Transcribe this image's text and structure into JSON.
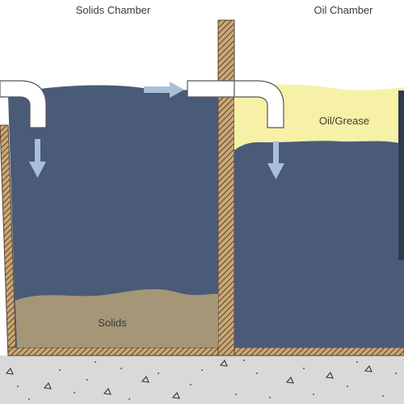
{
  "labels": {
    "solids_chamber": "Solids Chamber",
    "oil_chamber": "Oil Chamber",
    "oil_grease": "Oil/Grease",
    "solids": "Solids"
  },
  "colors": {
    "water": "#4a5b78",
    "oil": "#f6f1a6",
    "solids": "#a59677",
    "wall_fill": "#c9a878",
    "wall_hatch": "#5a4028",
    "ground": "#d9d9d9",
    "pipe": "#ffffff",
    "arrow": "#a9bfd8",
    "text": "#3a3a3a"
  },
  "icons": {
    "flow_arrows": "arrow-icon",
    "ground_stones": "triangle-icon"
  }
}
